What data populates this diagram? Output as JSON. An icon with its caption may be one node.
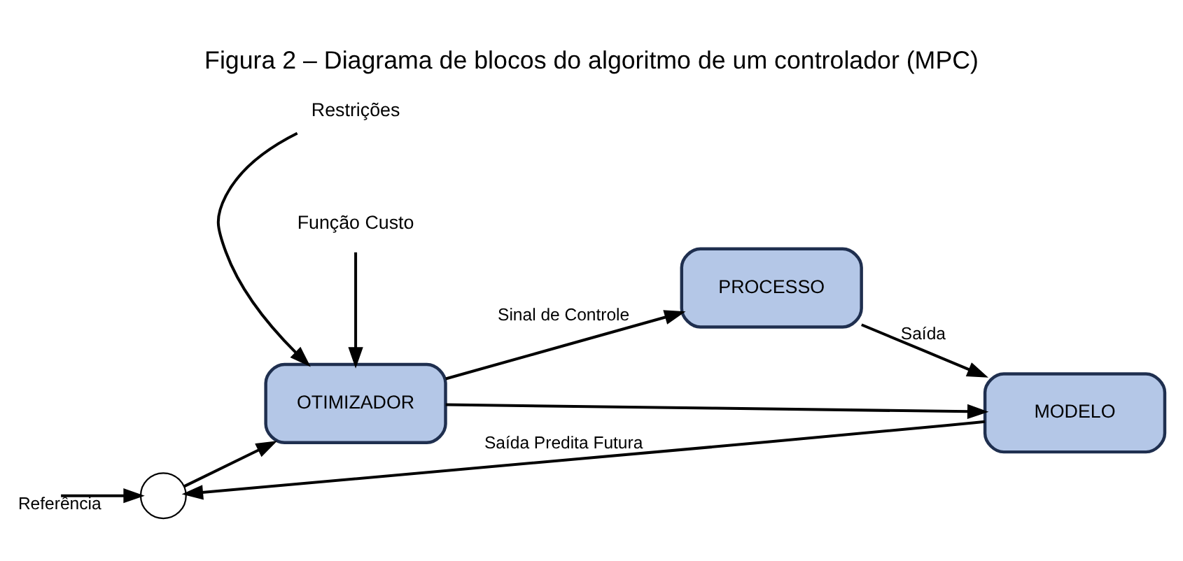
{
  "diagram": {
    "title": "Figura 2 – Diagrama de blocos do algoritmo de um controlador (MPC)",
    "nodes": [
      {
        "text": [],
        "shape": "circle"
      },
      {
        "text": [
          "OTIMIZADOR"
        ]
      },
      {
        "text": [
          "PROCESSO"
        ]
      },
      {
        "text": [
          "MODELO"
        ]
      },
      {
        "text": [
          "Restrições"
        ]
      },
      {
        "text": [
          "Função Custo"
        ]
      }
    ],
    "edges": [
      {
        "from": null,
        "to": 0,
        "arrow": "to",
        "label": "Referência"
      },
      {
        "from": 0,
        "to": 1,
        "arrow": "to"
      },
      {
        "from": 1,
        "to": 2,
        "arrow": "to",
        "label": "Sinal de Controle"
      },
      {
        "from": 1,
        "to": 3,
        "arrow": "to"
      },
      {
        "from": 2,
        "to": 3,
        "arrow": "to",
        "label": "Saída"
      },
      {
        "from": 3,
        "to": 0,
        "arrow": "to",
        "label": "Saída Predita Futura"
      },
      {
        "from": 4,
        "to": 1,
        "arrow": "to"
      },
      {
        "from": 5,
        "to": 1,
        "arrow": "to"
      }
    ]
  }
}
